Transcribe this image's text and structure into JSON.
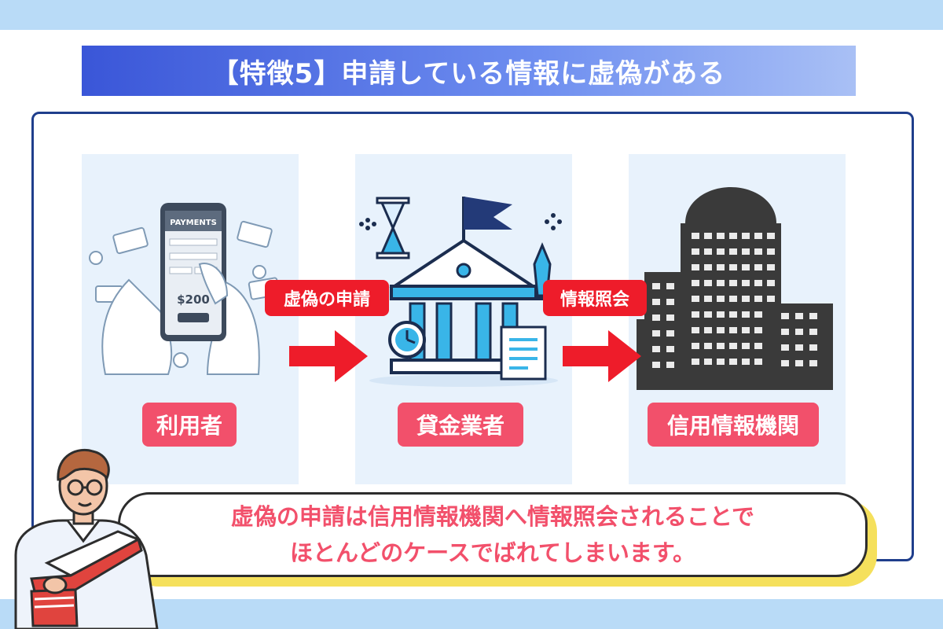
{
  "title": "【特徴5】申請している情報に虚偽がある",
  "panels": [
    {
      "label": "利用者",
      "icon": "smartphone-payment-icon",
      "phone_header": "PAYMENTS",
      "phone_amount": "$200"
    },
    {
      "label": "貸金業者",
      "icon": "bank-building-icon"
    },
    {
      "label": "信用情報機関",
      "icon": "office-building-icon"
    }
  ],
  "arrows": [
    {
      "label": "虚偽の申請"
    },
    {
      "label": "情報照会"
    }
  ],
  "message": {
    "line1": "虚偽の申請は信用情報機関へ情報照会されることで",
    "line2": "ほとんどのケースでばれてしまいます。"
  },
  "colors": {
    "title_gradient_start": "#3a56d8",
    "label_pink": "#f2506b",
    "arrow_red": "#ee1c2a",
    "frame_navy": "#1f3e8c",
    "band_blue": "#b9dbf7",
    "panel_bg": "#e8f2fc",
    "bubble_shadow": "#f5e05c"
  }
}
